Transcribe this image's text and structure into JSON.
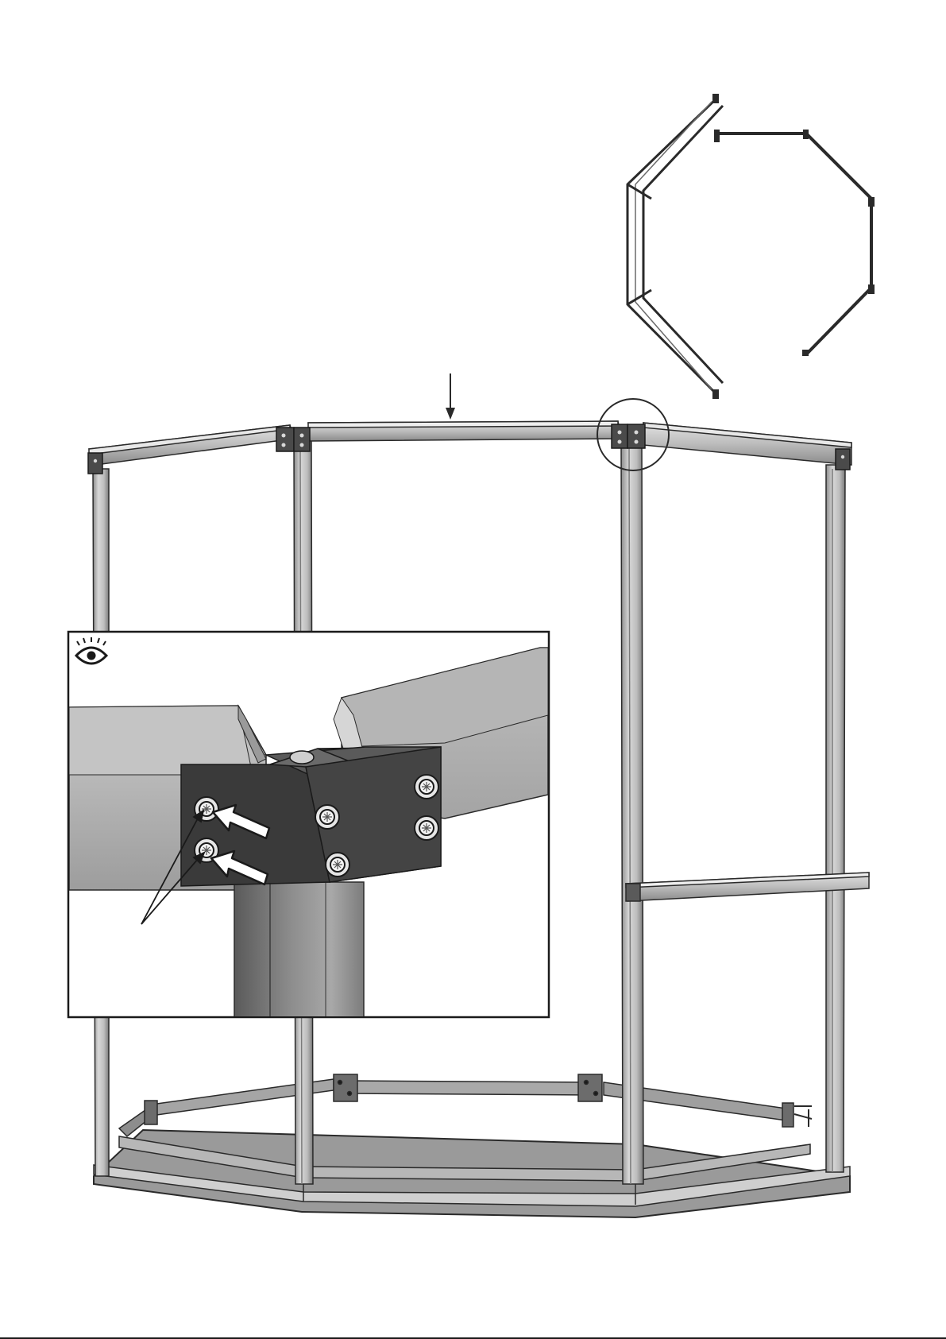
{
  "palette": {
    "ink": "#2a2a2a",
    "frame_light": "#d4d4d4",
    "frame_mid": "#b0b0b0",
    "frame_dark": "#6e6e6e",
    "bracket": "#3d3d3d",
    "screw_face": "#e6e6e6",
    "arrow_fill": "#ffffff"
  },
  "icons": {
    "inspect": "eye-icon"
  },
  "diagram": {
    "assembly_step": "top-rail-fitted-to-front-corner-posts",
    "detail_callout": "corner-bracket-screws",
    "inset_arrows": 2,
    "inset_screws_indicated": 2
  }
}
